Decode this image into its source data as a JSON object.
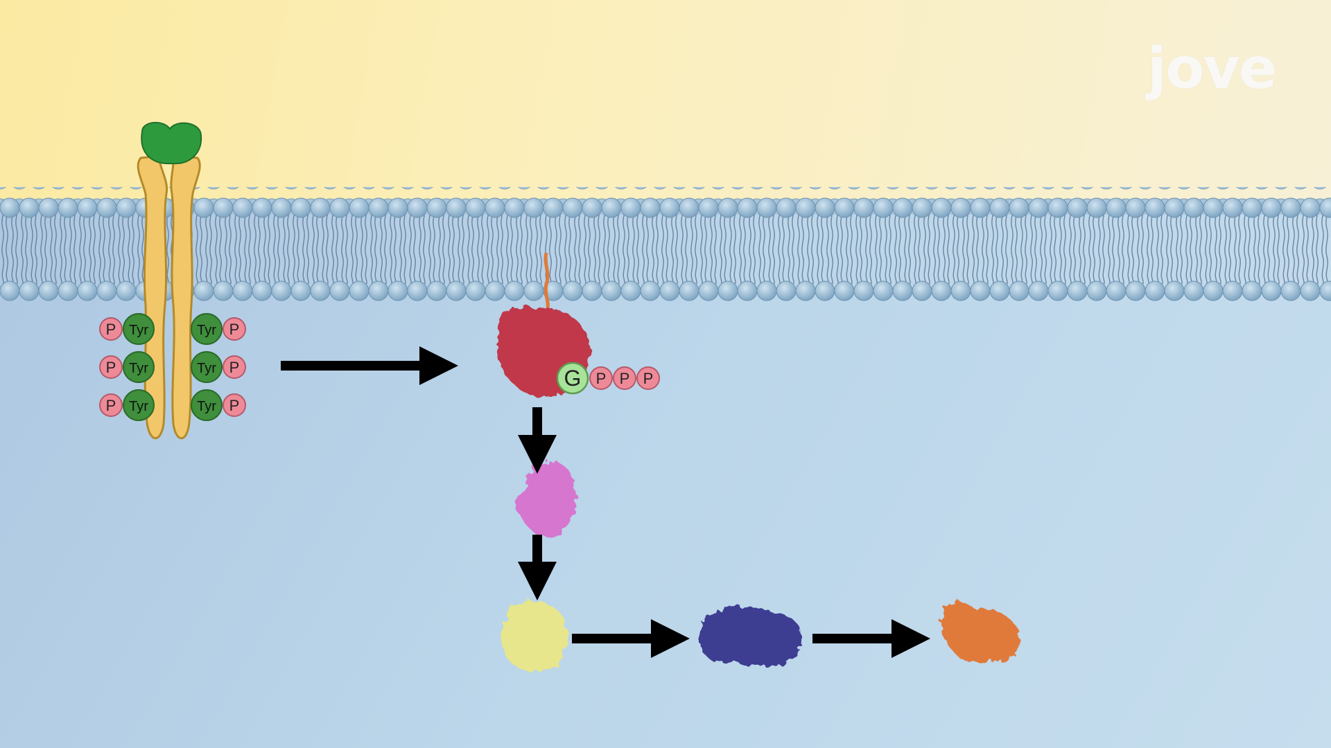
{
  "watermark": {
    "logo_text": "jove"
  },
  "colors": {
    "extracellular": "#fbefbd",
    "cytoplasm": "#bcd6ea",
    "lipid_head": "#9dbfd8",
    "receptor": "#f2c76a",
    "ligand": "#2e9a3e",
    "tyrosine": "#3f8f3c",
    "phosphate": "#ee8a98",
    "ras": "#c0394a",
    "gtp": "#a8e39a",
    "raf": "#d676cf",
    "mek": "#e7e68c",
    "erk": "#3d3c92",
    "target": "#e07a3a",
    "arrow": "#000000"
  },
  "receptor": {
    "left_labels": [
      {
        "p": "P",
        "tyr": "Tyr"
      },
      {
        "p": "P",
        "tyr": "Tyr"
      },
      {
        "p": "P",
        "tyr": "Tyr"
      }
    ],
    "right_labels": [
      {
        "tyr": "Tyr",
        "p": "P"
      },
      {
        "tyr": "Tyr",
        "p": "P"
      },
      {
        "tyr": "Tyr",
        "p": "P"
      }
    ]
  },
  "gtp": {
    "g": "G",
    "p1": "P",
    "p2": "P",
    "p3": "P"
  },
  "icons": [
    "ligand-icon",
    "receptor-dimer-icon",
    "ras-protein-icon",
    "raf-protein-icon",
    "mek-protein-icon",
    "erk-protein-icon",
    "target-protein-icon",
    "arrow-icon"
  ]
}
